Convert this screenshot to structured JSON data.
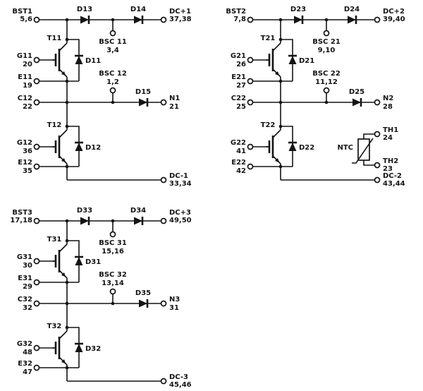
{
  "blocks": [
    {
      "bst": {
        "label": "BST1",
        "pins": "5,6"
      },
      "d_top_left": "D13",
      "d_top_right": "D14",
      "bsc_top": {
        "label": "BSC 11",
        "pins": "3,4"
      },
      "dc_plus": {
        "label": "DC+1",
        "pins": "37,38"
      },
      "t_high": "T11",
      "d_high": "D11",
      "g_high": {
        "label": "G11",
        "pin": "20"
      },
      "e_high": {
        "label": "E11",
        "pin": "19"
      },
      "c_mid": {
        "label": "C12",
        "pin": "22"
      },
      "bsc_mid": {
        "label": "BSC 12",
        "pins": "1,2"
      },
      "d_n": "D15",
      "n": {
        "label": "N1",
        "pin": "21"
      },
      "t_low": "T12",
      "d_low": "D12",
      "g_low": {
        "label": "G12",
        "pin": "36"
      },
      "e_low": {
        "label": "E12",
        "pin": "35"
      },
      "dc_minus": {
        "label": "DC-1",
        "pins": "33,34"
      }
    },
    {
      "bst": {
        "label": "BST2",
        "pins": "7,8"
      },
      "d_top_left": "D23",
      "d_top_right": "D24",
      "bsc_top": {
        "label": "BSC 21",
        "pins": "9,10"
      },
      "dc_plus": {
        "label": "DC+2",
        "pins": "39,40"
      },
      "t_high": "T21",
      "d_high": "D21",
      "g_high": {
        "label": "G21",
        "pin": "26"
      },
      "e_high": {
        "label": "E21",
        "pin": "27"
      },
      "c_mid": {
        "label": "C22",
        "pin": "25"
      },
      "bsc_mid": {
        "label": "BSC 22",
        "pins": "11,12"
      },
      "d_n": "D25",
      "n": {
        "label": "N2",
        "pin": "28"
      },
      "t_low": "T22",
      "d_low": "D22",
      "g_low": {
        "label": "G22",
        "pin": "41"
      },
      "e_low": {
        "label": "E22",
        "pin": "42"
      },
      "dc_minus": {
        "label": "DC-2",
        "pins": "43,44"
      },
      "ntc": {
        "label": "NTC",
        "th1": {
          "label": "TH1",
          "pin": "24"
        },
        "th2": {
          "label": "TH2",
          "pin": "23"
        }
      }
    },
    {
      "bst": {
        "label": "BST3",
        "pins": "17,18"
      },
      "d_top_left": "D33",
      "d_top_right": "D34",
      "bsc_top": {
        "label": "BSC 31",
        "pins": "15,16"
      },
      "dc_plus": {
        "label": "DC+3",
        "pins": "49,50"
      },
      "t_high": "T31",
      "d_high": "D31",
      "g_high": {
        "label": "G31",
        "pin": "30"
      },
      "e_high": {
        "label": "E31",
        "pin": "29"
      },
      "c_mid": {
        "label": "C32",
        "pin": "32"
      },
      "bsc_mid": {
        "label": "BSC 32",
        "pins": "13,14"
      },
      "d_n": "D35",
      "n": {
        "label": "N3",
        "pin": "31"
      },
      "t_low": "T32",
      "d_low": "D32",
      "g_low": {
        "label": "G32",
        "pin": "48"
      },
      "e_low": {
        "label": "E32",
        "pin": "47"
      },
      "dc_minus": {
        "label": "DC-3",
        "pins": "45,46"
      }
    }
  ]
}
